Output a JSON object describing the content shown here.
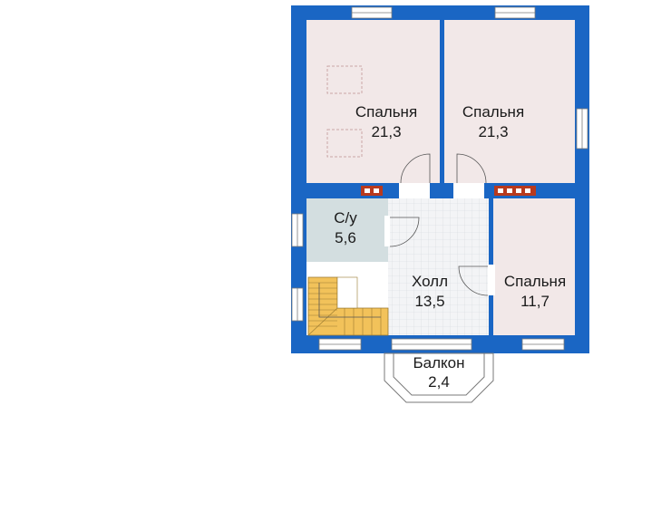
{
  "rooms": [
    {
      "name": "Спальня",
      "area": "21,3"
    },
    {
      "name": "Спальня",
      "area": "21,3"
    },
    {
      "name": "С/у",
      "area": "5,6"
    },
    {
      "name": "Холл",
      "area": "13,5"
    },
    {
      "name": "Спальня",
      "area": "11,7"
    },
    {
      "name": "Балкон",
      "area": "2,4"
    }
  ],
  "colors": {
    "wall": "#1a66c4",
    "bedroom": "#f2e8e8",
    "bathroom": "#d3dee0",
    "hall": "#f0f2f4",
    "stairs": "#f2c25a",
    "vent": "#b83a1e"
  }
}
